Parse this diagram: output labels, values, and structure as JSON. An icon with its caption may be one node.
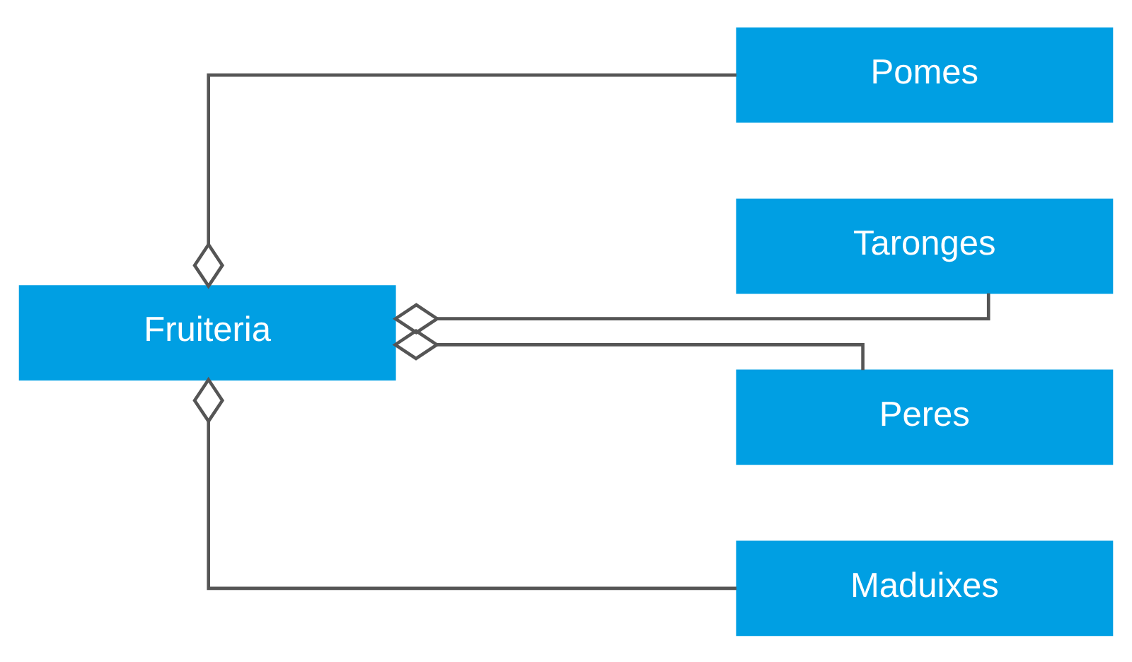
{
  "diagram": {
    "nodes": [
      {
        "text": [
          "Fruiteria"
        ]
      },
      {
        "text": [
          "Pomes"
        ]
      },
      {
        "text": [
          "Taronges"
        ]
      },
      {
        "text": [
          "Peres"
        ]
      },
      {
        "text": [
          "Maduixes"
        ]
      }
    ],
    "edges": [
      {
        "from": 0,
        "to": 1,
        "arrow": "other"
      },
      {
        "from": 0,
        "to": 2,
        "arrow": "other"
      },
      {
        "from": 0,
        "to": 3,
        "arrow": "other"
      },
      {
        "from": 0,
        "to": 4,
        "arrow": "other"
      }
    ]
  }
}
